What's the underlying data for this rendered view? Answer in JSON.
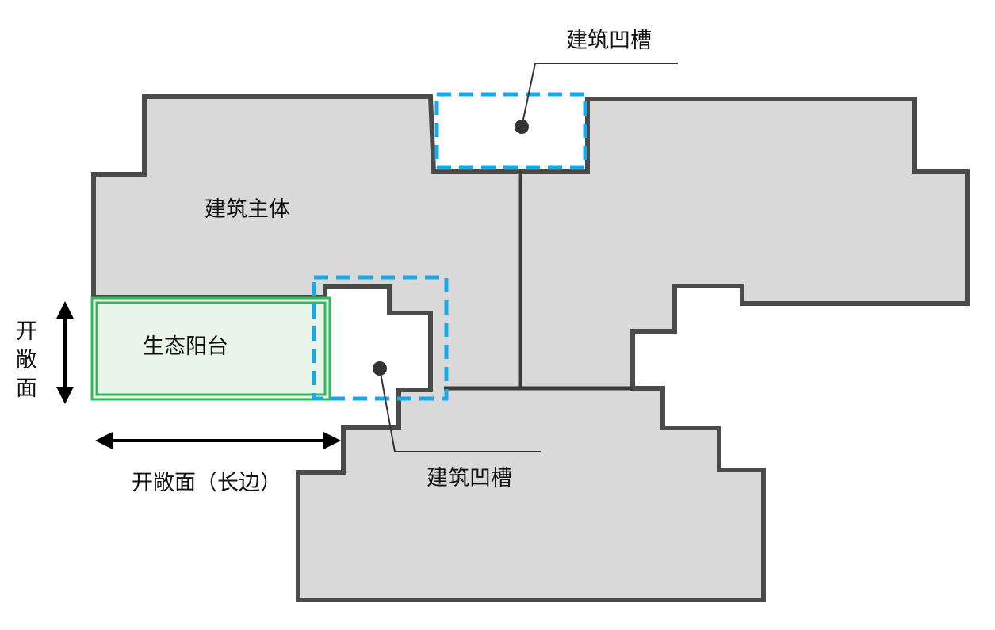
{
  "labels": {
    "recess_top": "建筑凹槽",
    "building_body": "建筑主体",
    "eco_balcony": "生态阳台",
    "opening_face_v": [
      "开",
      "敞",
      "面"
    ],
    "opening_face_long": "开敞面（长边）",
    "recess_bottom": "建筑凹槽"
  },
  "colors": {
    "building_fill": "#d9d9d9",
    "building_stroke": "#4a4a4a",
    "recess_dash": "#1aa9e6",
    "balcony_fill": "#eaf5ea",
    "balcony_stroke": "#2bbd5a",
    "arrow": "#000000",
    "leader": "#333333"
  }
}
